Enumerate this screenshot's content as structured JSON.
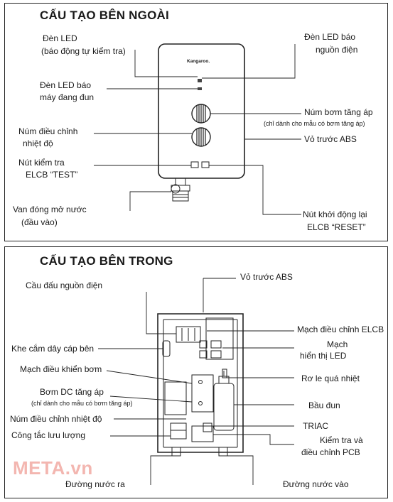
{
  "outer": {
    "title": "CẤU TẠO BÊN NGOÀI",
    "brand": "Kangaroo.",
    "labels": {
      "led_selftest_1": "Đèn LED",
      "led_selftest_2": "(báo động tự kiểm tra)",
      "led_heating_1": "Đèn LED báo",
      "led_heating_2": "máy đang đun",
      "temp_knob_1": "Núm điều chỉnh",
      "temp_knob_2": "nhiệt độ",
      "elcb_test_1": "Nút kiểm tra",
      "elcb_test_2": "ELCB “TEST”",
      "valve_1": "Van đóng mở nước",
      "valve_2": "(đầu vào)",
      "led_power_1": "Đèn LED báo",
      "led_power_2": "nguồn điện",
      "pump_knob_1": "Núm bơm tăng áp",
      "pump_knob_2": "(chỉ dành cho mẫu có bơm tăng áp)",
      "abs_cover": "Vỏ trước ABS",
      "elcb_reset_1": "Nút khởi động lại",
      "elcb_reset_2": "ELCB “RESET”"
    }
  },
  "inner": {
    "title": "CẤU TẠO BÊN TRONG",
    "labels": {
      "power_terminal": "Cầu đấu nguồn điện",
      "cable_slot": "Khe cắm dây cáp bên",
      "pump_ctrl": "Mạch điều khiển bơm",
      "dc_pump_1": "Bơm DC tăng áp",
      "dc_pump_2": "(chỉ dành cho mẫu có bơm tăng áp)",
      "temp_knob": "Núm điều chỉnh nhiệt độ",
      "flow_switch": "Công tắc lưu lượng",
      "water_out": "Đường nước ra",
      "abs_cover": "Vỏ trước ABS",
      "elcb_circuit": "Mạch điều chỉnh ELCB",
      "led_circuit_1": "Mạch",
      "led_circuit_2": "hiển thị LED",
      "relay": "Rơ le quá nhiệt",
      "boiler": "Bầu đun",
      "triac": "TRIAC",
      "pcb_1": "Kiểm tra và",
      "pcb_2": "điều chỉnh PCB",
      "water_in": "Đường nước vào"
    }
  },
  "watermark": "META.vn"
}
